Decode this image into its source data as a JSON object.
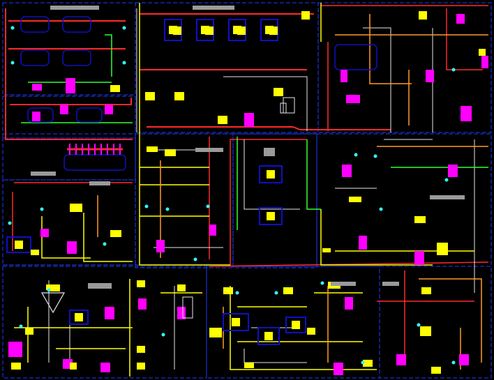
{
  "diagram": {
    "background": "#000000",
    "colors": {
      "frame_blue": "#1e3cff",
      "pipe_red": "#ff2a2a",
      "pipe_yellow": "#ffff00",
      "pipe_white": "#e8e8e8",
      "pipe_green": "#30ff30",
      "pipe_orange": "#ff9a2a",
      "vessel_magenta": "#ff00ff",
      "equipment_yellow": "#ffff00",
      "label_gray": "#9a9a9a",
      "instrument_cyan": "#30ffff",
      "vessel_navy": "#1010c0"
    },
    "regions": [
      "top-left-exchanger-bank",
      "top-center-pump-bank",
      "top-right-column-area",
      "left-middle-manifold",
      "center-control-area",
      "right-middle-heater-area",
      "bottom-left-clarifier",
      "bottom-center-tank-farm",
      "bottom-right-reactor-area"
    ]
  }
}
